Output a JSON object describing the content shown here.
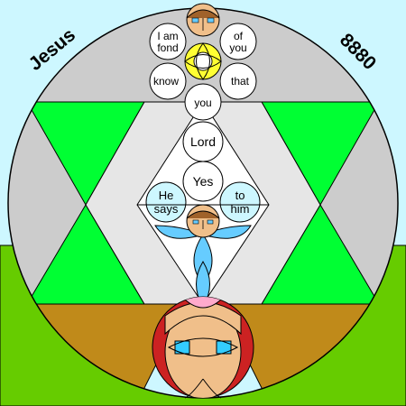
{
  "corner_left": "Jesus",
  "corner_right": "8880",
  "circle_words": {
    "top_left": [
      "I am",
      "fond"
    ],
    "top_right": [
      "of",
      "you"
    ],
    "mid_left": "know",
    "mid_right": "that",
    "center": "you",
    "lord": "Lord",
    "yes": "Yes",
    "left_small": [
      "He",
      "says"
    ],
    "right_small": [
      "to",
      "him"
    ]
  },
  "colors": {
    "sky": "#cdf7ff",
    "grass": "#66cc00",
    "gray": "#cccccc",
    "green": "#00ff33",
    "brown": "#c08a1a",
    "skin": "#f0bf8a",
    "light_blue": "#cdf7ff",
    "yellow": "#ffff33",
    "dark_red": "#cc2222",
    "pink": "#ffaacc"
  }
}
